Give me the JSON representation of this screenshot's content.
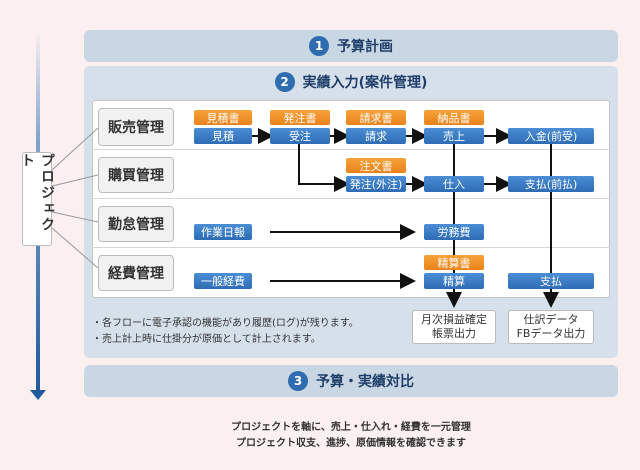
{
  "bands": {
    "top": {
      "num": "1",
      "title": "予算計画"
    },
    "mid": {
      "num": "2",
      "title": "実績入力(案件管理)"
    },
    "bottom": {
      "num": "3",
      "title": "予算・実績対比"
    }
  },
  "project_label": "プロジェクト",
  "rows": {
    "sales": "販売管理",
    "purchase": "購買管理",
    "attendance": "勤怠管理",
    "expense": "経費管理"
  },
  "docs": {
    "estimate_doc": "見積書",
    "order_confirm_doc": "発注書",
    "invoice_doc": "請求書",
    "delivery_doc": "納品書",
    "po_doc": "注文書",
    "settlement_doc": "精算書"
  },
  "steps": {
    "estimate": "見積",
    "order_received": "受注",
    "billing": "請求",
    "sales": "売上",
    "deposit": "入金(前受)",
    "purchase_order": "発注(外注)",
    "stock_in": "仕入",
    "payment_advance": "支払(前払)",
    "daily_report": "作業日報",
    "labor_cost": "労務費",
    "general_expense": "一般経費",
    "settlement": "精算",
    "payment": "支払"
  },
  "outputs": {
    "monthly_line1": "月次損益確定",
    "monthly_line2": "帳票出力",
    "journal_line1": "仕訳データ",
    "journal_line2": "FBデータ出力"
  },
  "notes": {
    "line1": "・各フローに電子承認の機能があり履歴(ログ)が残ります。",
    "line2": "・売上計上時に仕掛分が原価として計上されます。"
  },
  "footer": {
    "line1": "プロジェクトを軸に、売上・仕入れ・経費を一元管理",
    "line2": "プロジェクト収支、進捗、原価情報を確認できます"
  },
  "colors": {
    "band": "#c9d6e3",
    "mid_panel": "#d6e0ea",
    "blue_box": "#2d6cb4",
    "orange_box": "#e9821a",
    "timeline": "#1f5a9a"
  }
}
